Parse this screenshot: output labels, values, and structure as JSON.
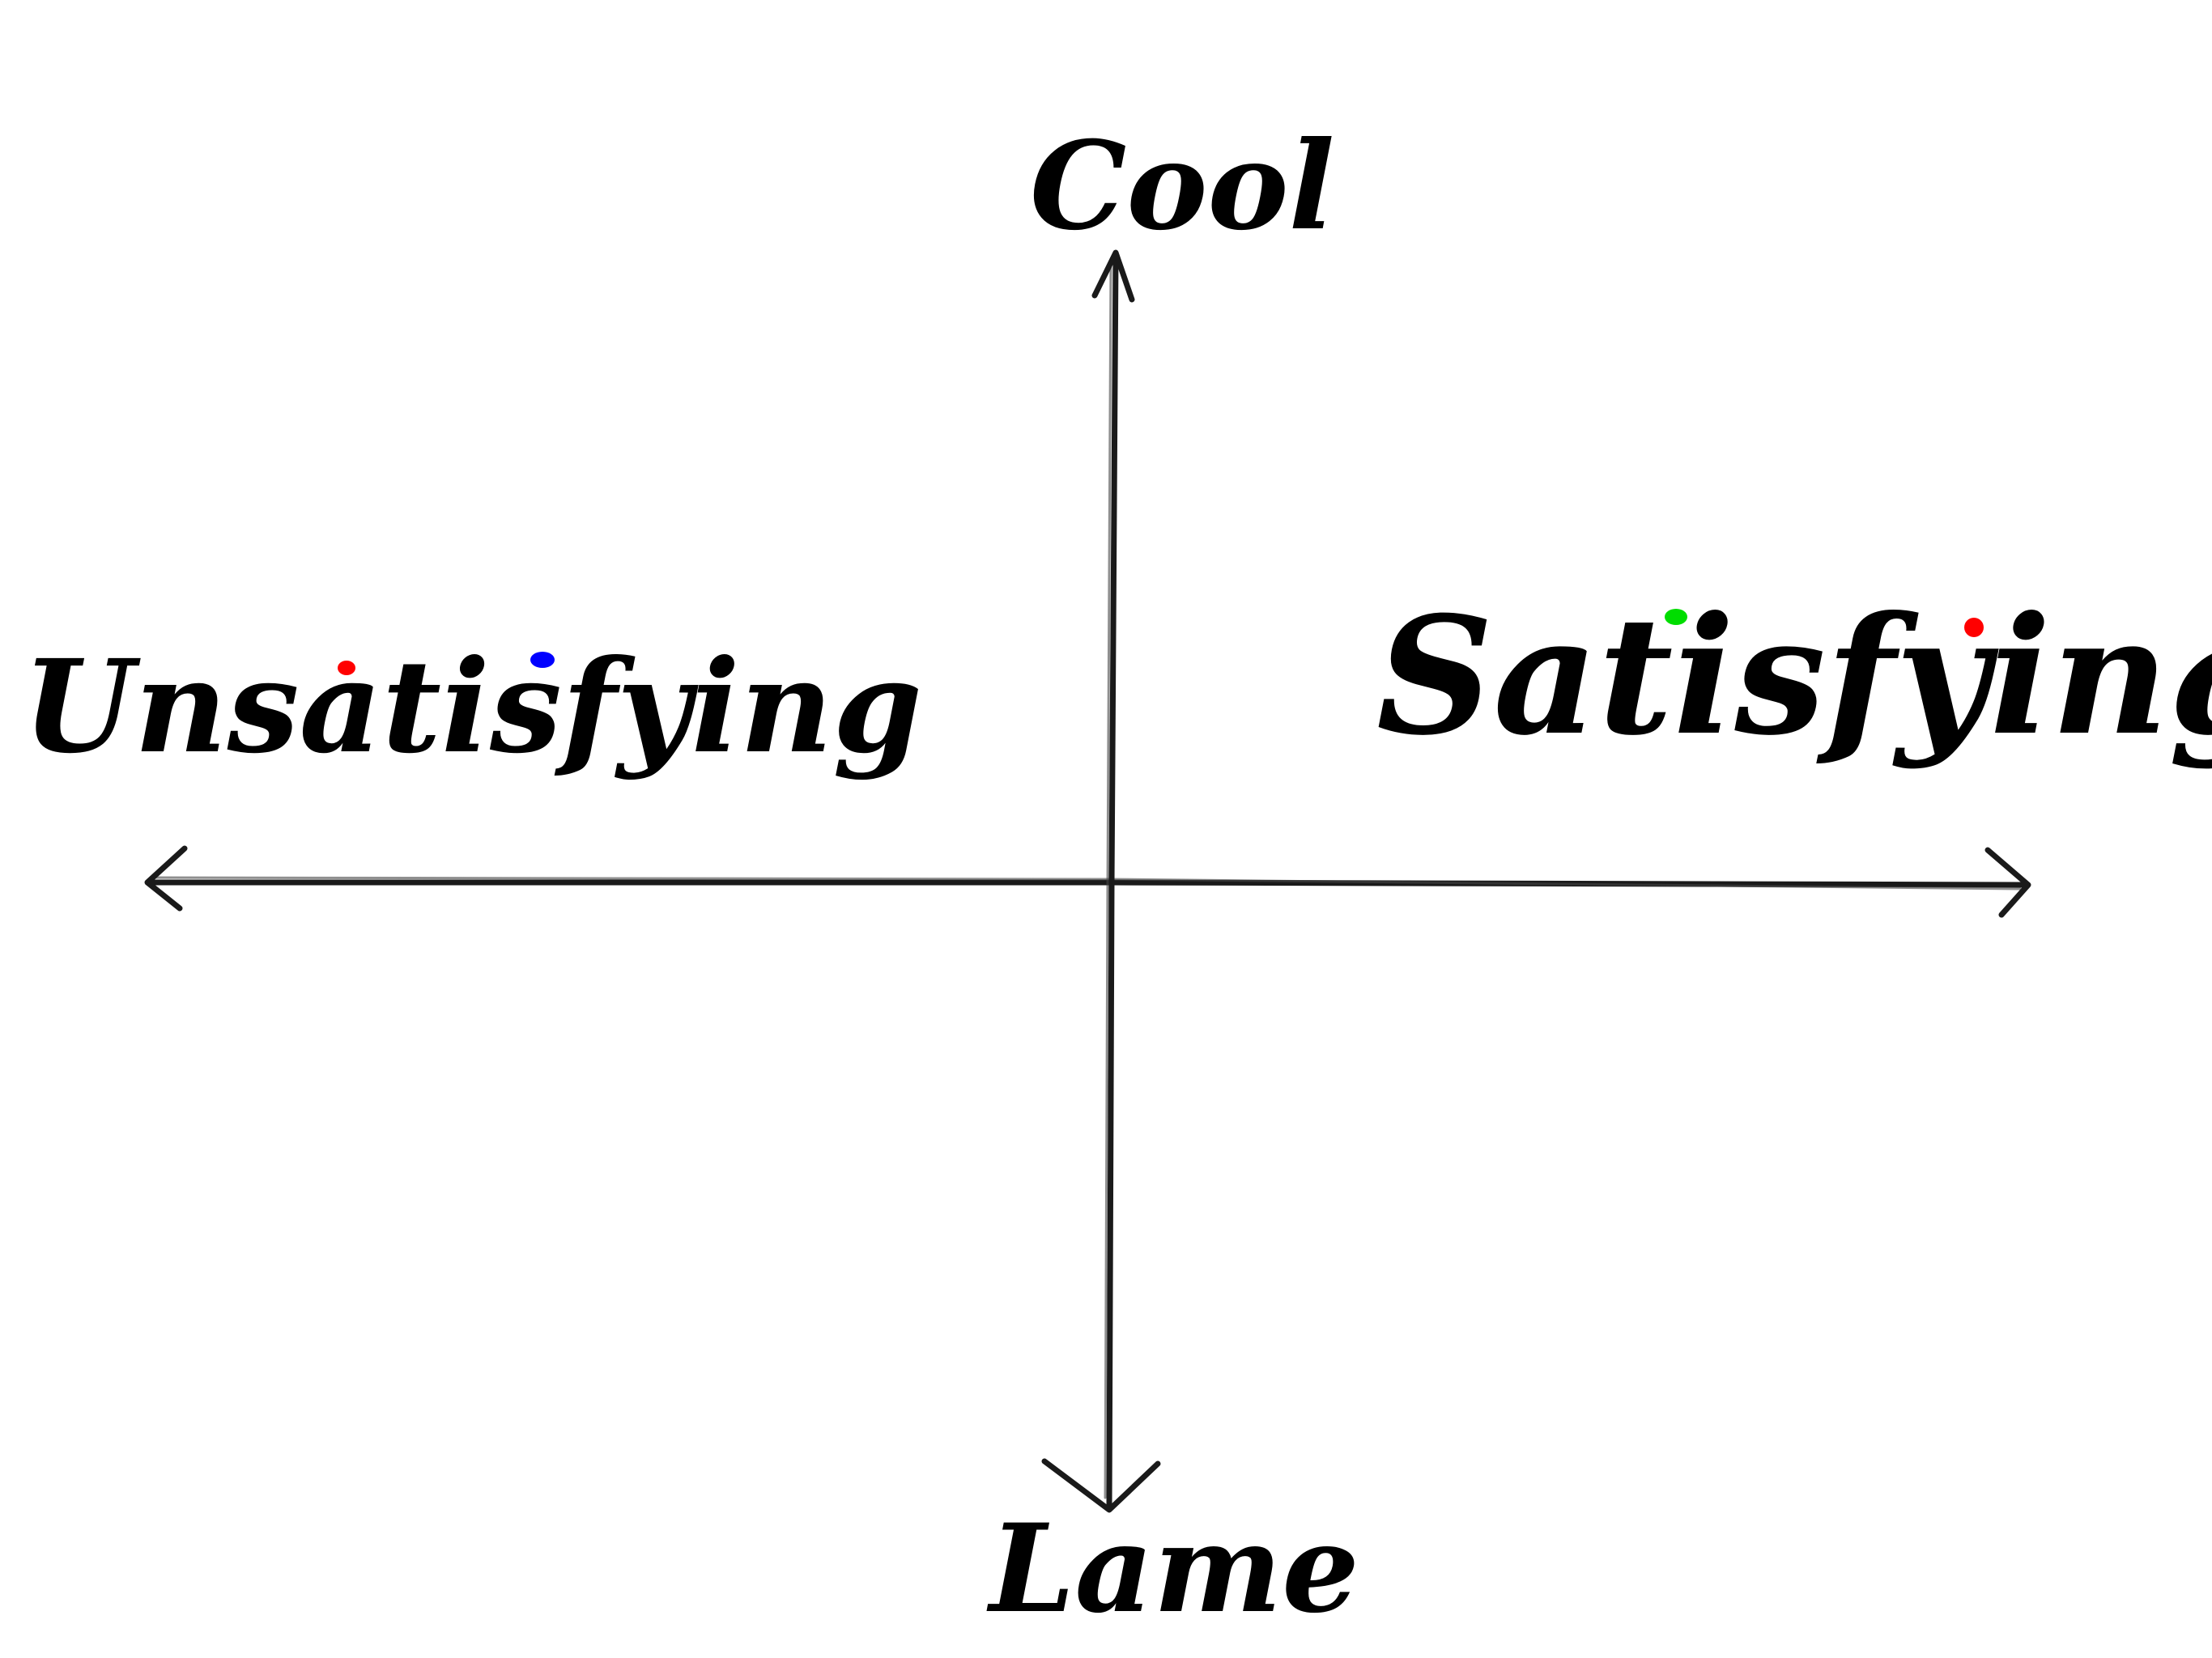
{
  "labels": {
    "top": "Cool",
    "bottom": "Lame",
    "left": "Unsatisfying",
    "right": "Satisfying"
  },
  "dots": [
    {
      "color": "#ff0000",
      "near": "Unsatisfying"
    },
    {
      "color": "#0000ff",
      "near": "Unsatisfying"
    },
    {
      "color": "#00dd00",
      "near": "Satisfying"
    },
    {
      "color": "#ff0000",
      "near": "Satisfying"
    }
  ]
}
